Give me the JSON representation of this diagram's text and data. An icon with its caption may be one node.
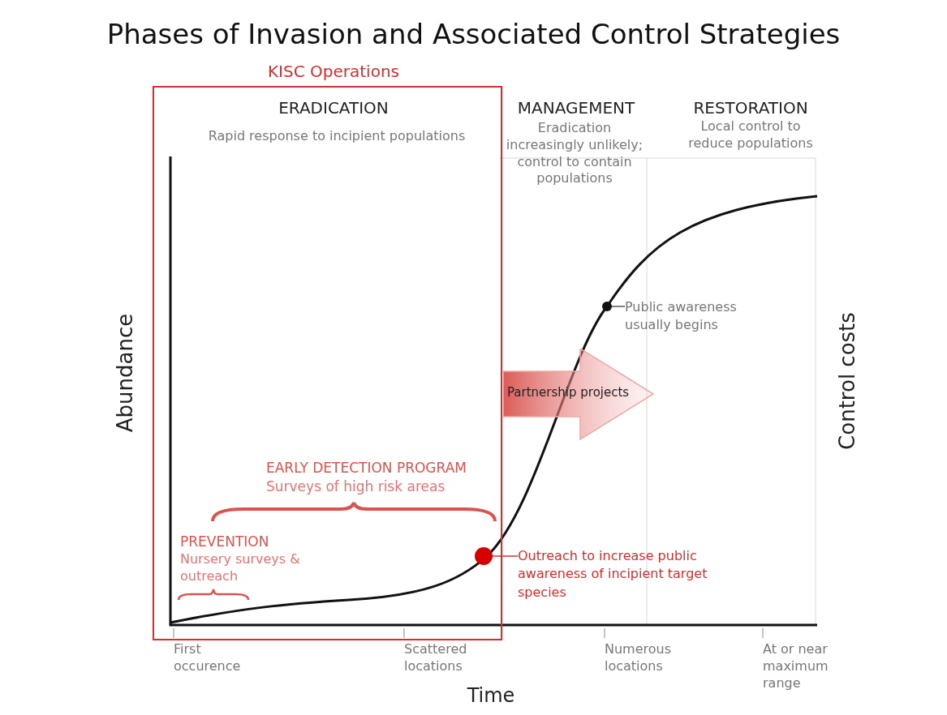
{
  "diagram": {
    "title": "Phases of Invasion and Associated Control Strategies",
    "nodes": [
      {
        "text": [
          "KISC Operations"
        ]
      },
      {
        "text": [
          "Partnership projects"
        ]
      },
      {
        "text": [],
        "shape": "circle"
      },
      {
        "text": [
          "Public awareness usually begins"
        ]
      },
      {
        "text": [],
        "shape": "circle",
        "in": 0
      },
      {
        "text": [
          "Outreach to increase public awareness of incipient target species"
        ]
      }
    ],
    "edges": [
      {
        "from": 3,
        "to": 2,
        "arrow": "none"
      },
      {
        "from": 5,
        "to": 4,
        "arrow": "none",
        "color": "#d32f2f"
      }
    ],
    "labels": [
      "ERADICATION",
      "Rapid response to incipient populations",
      "MANAGEMENT",
      "Eradication increasingly unlikely; control to contain populations",
      "RESTORATION",
      "Local control to reduce populations",
      "Abundance",
      "Control costs",
      "EARLY DETECTION PROGRAM",
      "Surveys of high risk areas",
      "PREVENTION",
      "Nursery surveys & outreach",
      "First occurence",
      "Scattered locations",
      "Numerous locations",
      "At or near maximum range",
      "Time"
    ]
  }
}
